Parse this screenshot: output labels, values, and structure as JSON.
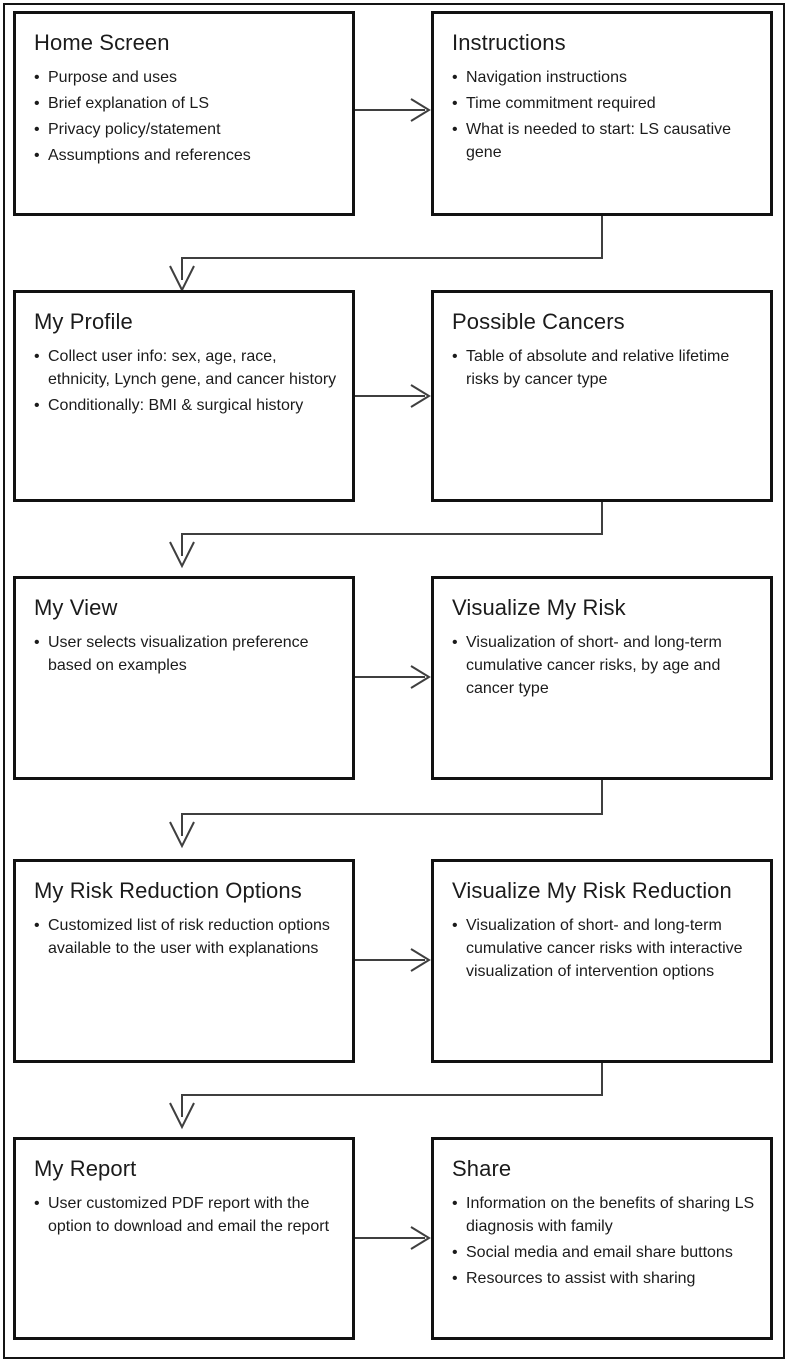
{
  "figure": {
    "type": "flowchart",
    "orientation": "top-to-bottom, two columns per row",
    "accent_color": "#111111",
    "connector_color": "#3f3f3f",
    "background": "#ffffff"
  },
  "nodes": [
    {
      "id": "home-screen",
      "title": "Home Screen",
      "bullets": [
        "Purpose and uses",
        "Brief explanation of LS",
        "Privacy policy/statement",
        "Assumptions and references"
      ]
    },
    {
      "id": "instructions",
      "title": "Instructions",
      "bullets": [
        "Navigation instructions",
        "Time commitment required",
        "What is needed to start: LS causative gene"
      ]
    },
    {
      "id": "my-profile",
      "title": "My Profile",
      "bullets": [
        "Collect user info: sex, age, race, ethnicity, Lynch gene, and cancer history",
        "Conditionally: BMI & surgical history"
      ]
    },
    {
      "id": "possible-cancers",
      "title": "Possible Cancers",
      "bullets": [
        "Table of absolute and relative lifetime risks by cancer type"
      ]
    },
    {
      "id": "my-view",
      "title": "My View",
      "bullets": [
        "User selects visualization preference based on examples"
      ]
    },
    {
      "id": "visualize-my-risk",
      "title": "Visualize My Risk",
      "bullets": [
        "Visualization of short- and long-term cumulative cancer risks, by age and cancer type"
      ]
    },
    {
      "id": "my-risk-reduction-options",
      "title": "My Risk Reduction Options",
      "bullets": [
        "Customized list of risk reduction options available to the user with explanations"
      ]
    },
    {
      "id": "visualize-my-risk-reduction",
      "title": "Visualize My Risk Reduction",
      "bullets": [
        "Visualization of short- and long-term cumulative cancer risks with interactive visualization of intervention options"
      ]
    },
    {
      "id": "my-report",
      "title": "My Report",
      "bullets": [
        "User customized PDF report with the option to download and email the report"
      ]
    },
    {
      "id": "share",
      "title": "Share",
      "bullets": [
        "Information on the benefits of sharing LS diagnosis with family",
        "Social media and email share buttons",
        "Resources to assist with sharing"
      ]
    }
  ],
  "connectors": [
    {
      "id": "home-to-instructions",
      "from": "home-screen",
      "to": "instructions",
      "kind": "arrow-right"
    },
    {
      "id": "instructions-to-my-profile",
      "from": "instructions",
      "to": "my-profile",
      "kind": "elbow-down-left"
    },
    {
      "id": "profile-to-possible-cancers",
      "from": "my-profile",
      "to": "possible-cancers",
      "kind": "arrow-right"
    },
    {
      "id": "possible-cancers-to-my-view",
      "from": "possible-cancers",
      "to": "my-view",
      "kind": "elbow-down-left"
    },
    {
      "id": "my-view-to-visualize-risk",
      "from": "my-view",
      "to": "visualize-my-risk",
      "kind": "arrow-right"
    },
    {
      "id": "visualize-risk-to-risk-reduction-options",
      "from": "visualize-my-risk",
      "to": "my-risk-reduction-options",
      "kind": "elbow-down-left"
    },
    {
      "id": "options-to-visualize-reduction",
      "from": "my-risk-reduction-options",
      "to": "visualize-my-risk-reduction",
      "kind": "arrow-right"
    },
    {
      "id": "visualize-reduction-to-my-report",
      "from": "visualize-my-risk-reduction",
      "to": "my-report",
      "kind": "elbow-down-left"
    },
    {
      "id": "my-report-to-share",
      "from": "my-report",
      "to": "share",
      "kind": "arrow-right"
    }
  ]
}
